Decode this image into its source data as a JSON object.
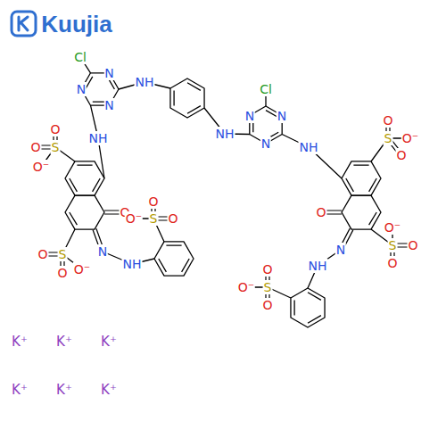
{
  "diagram": {
    "labels": [
      "Kuujia",
      "Cl",
      "N",
      "N",
      "N",
      "NH",
      "NH",
      "Cl",
      "N",
      "N",
      "N",
      "NH",
      "NH",
      "O",
      "S",
      "O",
      "O⁻",
      "O",
      "S",
      "O⁻",
      "O",
      "O",
      "O",
      "O⁻",
      "O",
      "S",
      "O",
      "O⁻",
      "S",
      "O",
      "O",
      "N",
      "N",
      "S",
      "O",
      "O",
      "O⁻",
      "NH",
      "NH",
      "O",
      "S",
      "O⁻",
      "O",
      "K⁺",
      "K⁺",
      "K⁺",
      "K⁺",
      "K⁺",
      "K⁺"
    ]
  }
}
